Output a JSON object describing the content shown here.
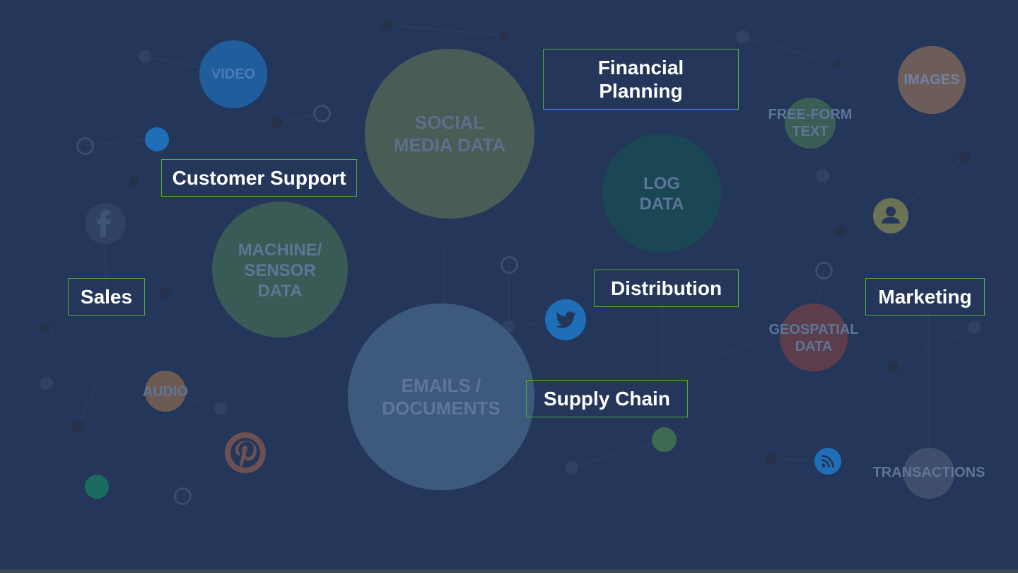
{
  "colors": {
    "background": "#24375a",
    "department_border": "#4caf3c",
    "department_text": "#ffffff",
    "bubble_text": "#5d7598"
  },
  "data_sources": {
    "video": "VIDEO",
    "social_media": "SOCIAL\nMEDIA DATA",
    "log_data": "LOG\nDATA",
    "free_form_text": "FREE-FORM\nTEXT",
    "images": "IMAGES",
    "machine_sensor": "MACHINE/\nSENSOR\nDATA",
    "emails_documents": "EMAILS /\nDOCUMENTS",
    "geospatial": "GEOSPATIAL\nDATA",
    "audio": "AUDIO",
    "transactions": "TRANSACTIONS"
  },
  "departments": {
    "financial_planning": "Financial\nPlanning",
    "customer_support": "Customer Support",
    "sales": "Sales",
    "distribution": "Distribution",
    "supply_chain": "Supply Chain",
    "marketing": "Marketing"
  },
  "icons": [
    "facebook-icon",
    "twitter-icon",
    "pinterest-icon",
    "rss-icon",
    "user-icon"
  ]
}
